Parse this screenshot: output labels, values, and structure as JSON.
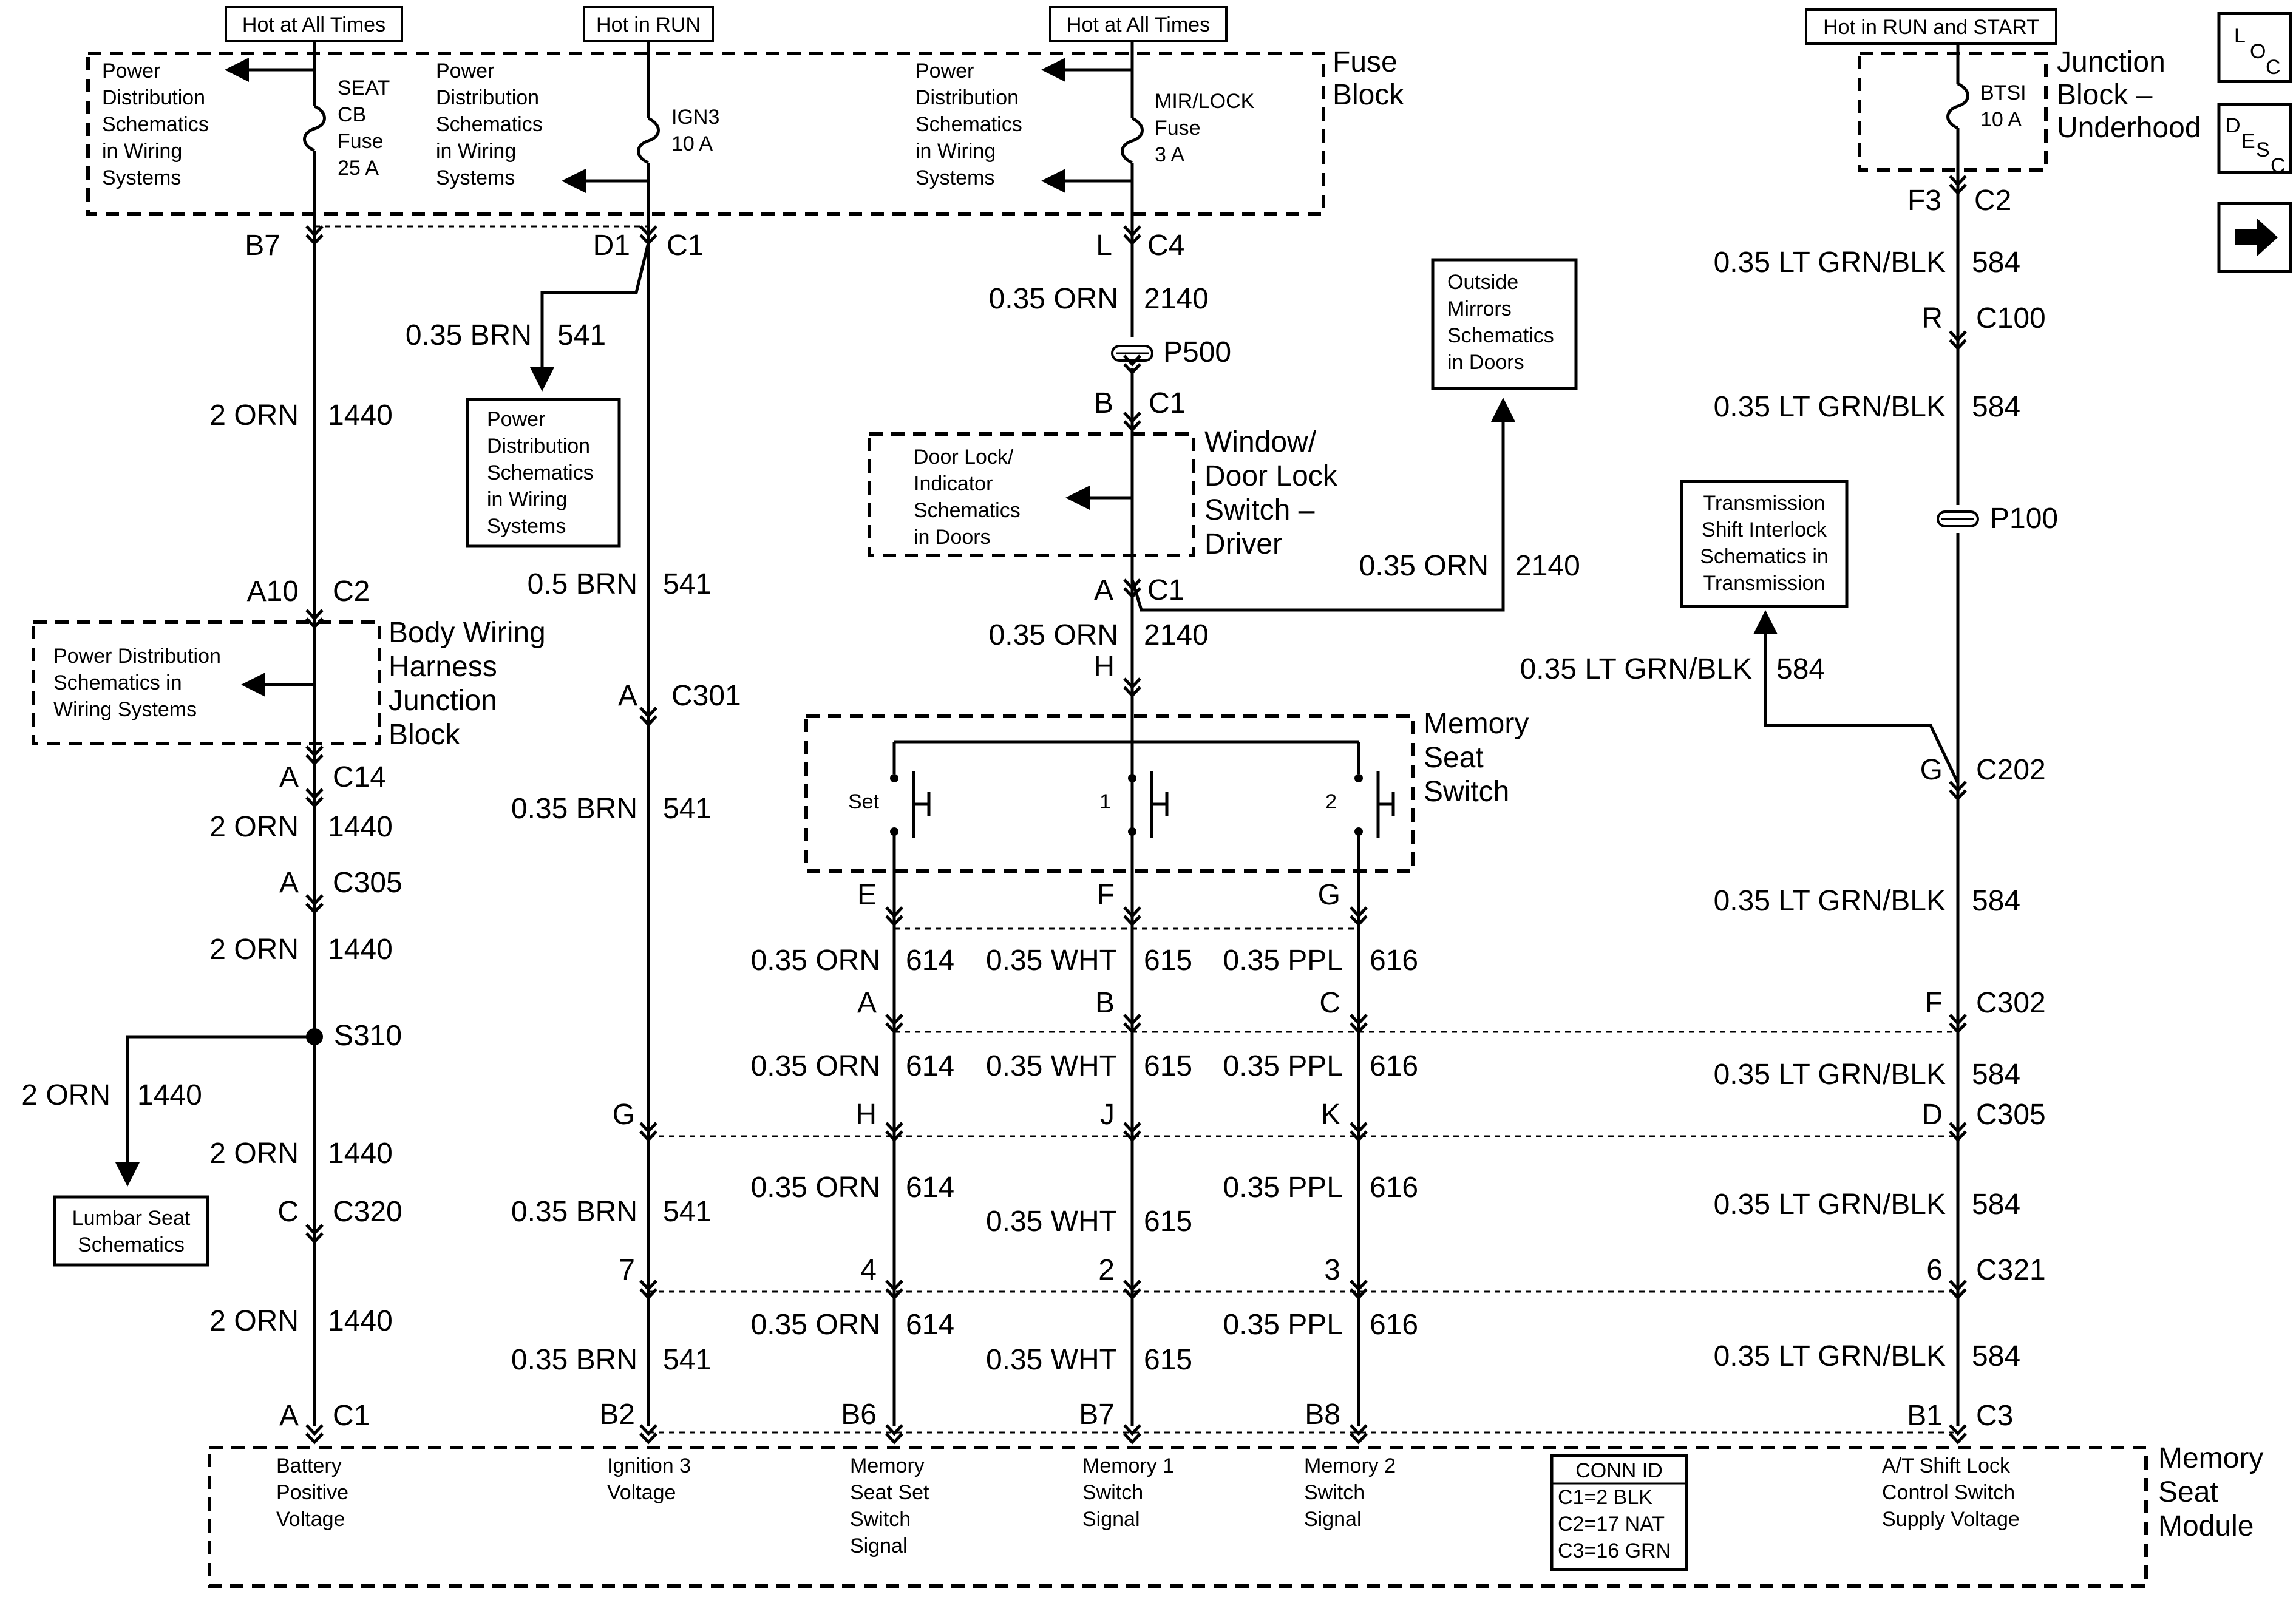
{
  "headers": {
    "h1": "Hot at All Times",
    "h2": "Hot in RUN",
    "h3": "Hot at All Times",
    "h4": "Hot in RUN and START"
  },
  "nav": {
    "loc": [
      "L",
      "O",
      "C"
    ],
    "desc": [
      "D",
      "E",
      "S",
      "C"
    ],
    "next": "→"
  },
  "fuse_block": {
    "label": [
      "Fuse",
      "Block"
    ],
    "seat": [
      "SEAT",
      "CB",
      "Fuse",
      "25 A"
    ],
    "ign3": [
      "IGN3",
      "10 A"
    ],
    "mirlock": [
      "MIR/LOCK",
      "Fuse",
      "3 A"
    ],
    "pd": [
      "Power",
      "Distribution",
      "Schematics",
      "in Wiring",
      "Systems"
    ]
  },
  "junction": {
    "label": [
      "Junction",
      "Block –",
      "Underhood"
    ],
    "fuse": [
      "BTSI",
      "10 A"
    ]
  },
  "connectors": {
    "B7": "B7",
    "D1": "D1",
    "C1": "C1",
    "L": "L",
    "C4": "C4",
    "F3": "F3",
    "C2": "C2",
    "P500": "P500",
    "B": "B",
    "A10": "A10",
    "A": "A",
    "H": "H",
    "R": "R",
    "C100": "C100",
    "P100": "P100",
    "G": "G",
    "C202": "C202",
    "C14": "C14",
    "C301": "C301",
    "C305": "C305",
    "E": "E",
    "F": "F",
    "C": "C",
    "C302": "C302",
    "J": "J",
    "K": "K",
    "D": "D",
    "S310": "S310",
    "C320": "C320",
    "n7": "7",
    "n4": "4",
    "n2": "2",
    "n3": "3",
    "n6": "6",
    "C321": "C321",
    "B2": "B2",
    "B6": "B6",
    "B8": "B8",
    "B1": "B1",
    "C3": "C3"
  },
  "wires": {
    "orn2": "2 ORN",
    "c1440": "1440",
    "brn035": "0.35 BRN",
    "brn05": "0.5 BRN",
    "c541": "541",
    "orn035": "0.35 ORN",
    "c2140": "2140",
    "c614": "614",
    "wht035": "0.35 WHT",
    "c615": "615",
    "ppl035": "0.35 PPL",
    "c616": "616",
    "ltgrn": "0.35 LT GRN/BLK",
    "c584": "584"
  },
  "boxes": {
    "pd_brn": [
      "Power",
      "Distribution",
      "Schematics",
      "in Wiring",
      "Systems"
    ],
    "door_lock": [
      "Door Lock/",
      "Indicator",
      "Schematics",
      "in Doors"
    ],
    "outside_mirrors": [
      "Outside",
      "Mirrors",
      "Schematics",
      "in Doors"
    ],
    "trans": [
      "Transmission",
      "Shift Interlock",
      "Schematics in",
      "Transmission"
    ],
    "pd_body": [
      "Power Distribution",
      "Schematics in",
      "Wiring Systems"
    ],
    "lumbar": [
      "Lumbar Seat",
      "Schematics"
    ]
  },
  "components": {
    "window_switch": [
      "Window/",
      "Door Lock",
      "Switch –",
      "Driver"
    ],
    "body_junction": [
      "Body Wiring",
      "Harness",
      "Junction",
      "Block"
    ],
    "memory_switch": [
      "Memory",
      "Seat",
      "Switch"
    ],
    "switch_set": "Set",
    "switch_1": "1",
    "switch_2": "2",
    "memory_module": [
      "Memory",
      "Seat",
      "Module"
    ]
  },
  "module_pins": {
    "battery": [
      "Battery",
      "Positive",
      "Voltage"
    ],
    "ignition": [
      "Ignition 3",
      "Voltage"
    ],
    "set_signal": [
      "Memory",
      "Seat Set",
      "Switch",
      "Signal"
    ],
    "mem1": [
      "Memory 1",
      "Switch",
      "Signal"
    ],
    "mem2": [
      "Memory 2",
      "Switch",
      "Signal"
    ],
    "shift_lock": [
      "A/T Shift Lock",
      "Control Switch",
      "Supply Voltage"
    ]
  },
  "conn_id": [
    "CONN ID",
    "C1=2 BLK",
    "C2=17 NAT",
    "C3=16 GRN"
  ]
}
